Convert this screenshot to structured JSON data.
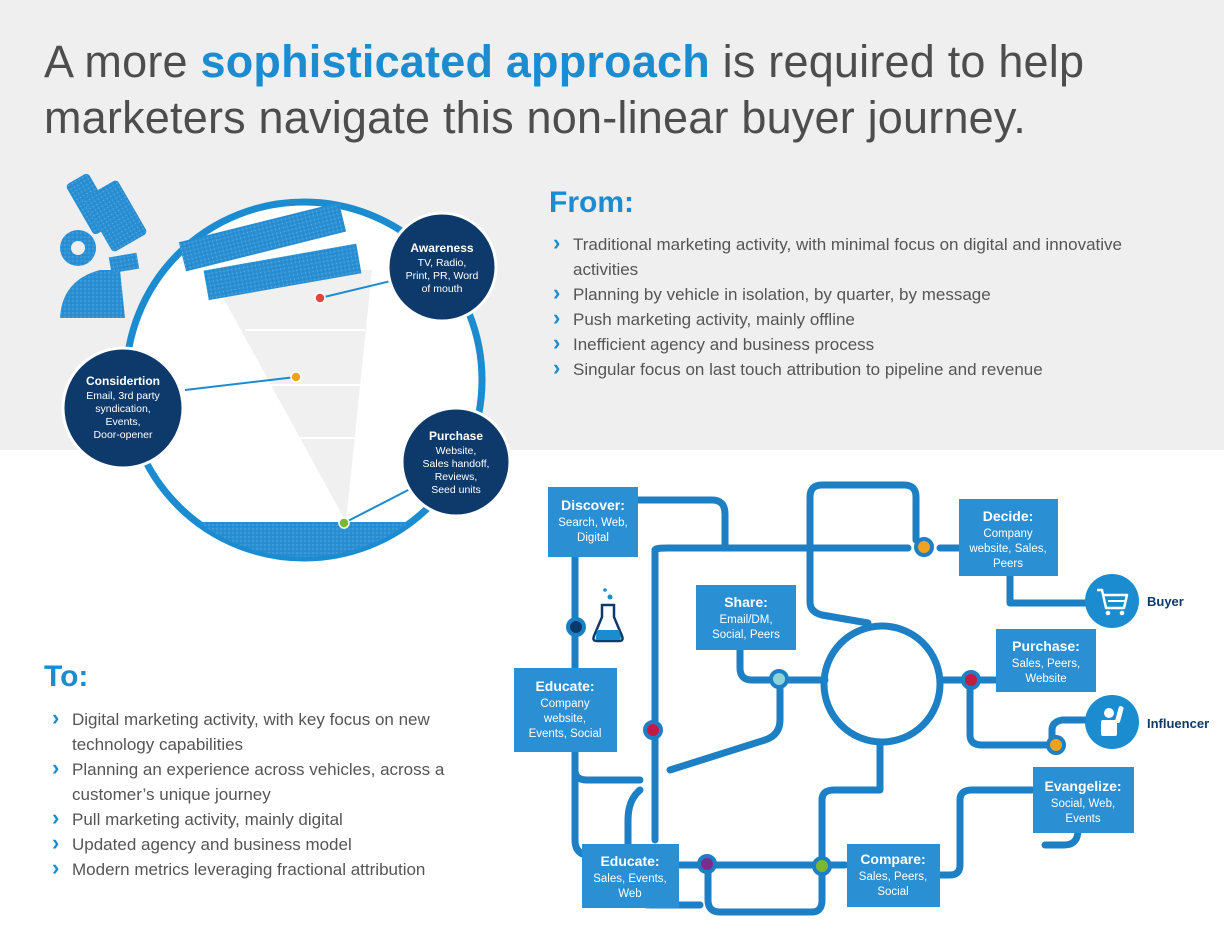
{
  "headline": {
    "pre": "A more ",
    "highlight": "sophisticated approach",
    "post": " is required to help marketers navigate this non-linear buyer journey."
  },
  "from": {
    "title": "From:",
    "items": [
      "Traditional marketing activity, with minimal focus on digital and innovative activities",
      "Planning by vehicle in isolation, by quarter, by message",
      "Push marketing activity, mainly offline",
      "Inefficient agency and business process",
      "Singular focus on last touch attribution to pipeline and revenue"
    ]
  },
  "to": {
    "title": "To:",
    "items": [
      "Digital marketing activity, with key focus on new technology capabilities",
      "Planning an experience across vehicles, across a customer’s unique journey",
      "Pull marketing activity, mainly digital",
      "Updated agency and business model",
      "Modern metrics leveraging fractional attribution"
    ]
  },
  "funnel": {
    "awareness": {
      "title": "Awareness",
      "lines": [
        "TV, Radio,",
        "Print, PR, Word",
        "of mouth"
      ]
    },
    "consideration": {
      "title": "Considertion",
      "lines": [
        "Email, 3rd party",
        "syndication,",
        "Events,",
        "Door-opener"
      ]
    },
    "purchase": {
      "title": "Purchase",
      "lines": [
        "Website,",
        "Sales handoff,",
        "Reviews,",
        "Seed units"
      ]
    }
  },
  "journey": {
    "discover": {
      "title": "Discover:",
      "lines": [
        "Search, Web,",
        "Digital"
      ]
    },
    "share": {
      "title": "Share:",
      "lines": [
        "Email/DM,",
        "Social, Peers"
      ]
    },
    "decide": {
      "title": "Decide:",
      "lines": [
        "Company",
        "website, Sales,",
        "Peers"
      ]
    },
    "purchase": {
      "title": "Purchase:",
      "lines": [
        "Sales, Peers,",
        "Website"
      ]
    },
    "educate_top": {
      "title": "Educate:",
      "lines": [
        "Company",
        "website,",
        "Events, Social"
      ]
    },
    "educate_bottom": {
      "title": "Educate:",
      "lines": [
        "Sales, Events,",
        "Web"
      ]
    },
    "compare": {
      "title": "Compare:",
      "lines": [
        "Sales, Peers,",
        "Social"
      ]
    },
    "evangelize": {
      "title": "Evangelize:",
      "lines": [
        "Social, Web,",
        "Events"
      ]
    },
    "buyer": "Buyer",
    "influencer": "Influencer"
  },
  "colors": {
    "accent": "#1a8ccf",
    "navy": "#0e3a6b",
    "box": "#2b8fd4",
    "dot_red": "#e2463b",
    "dot_orange": "#f0a21f",
    "dot_green": "#7cb82f",
    "dot_teal": "#8ed3d8",
    "dot_maroon": "#c21b44",
    "dot_purple": "#7b2d8e",
    "dot_navy": "#0e3a6b"
  }
}
